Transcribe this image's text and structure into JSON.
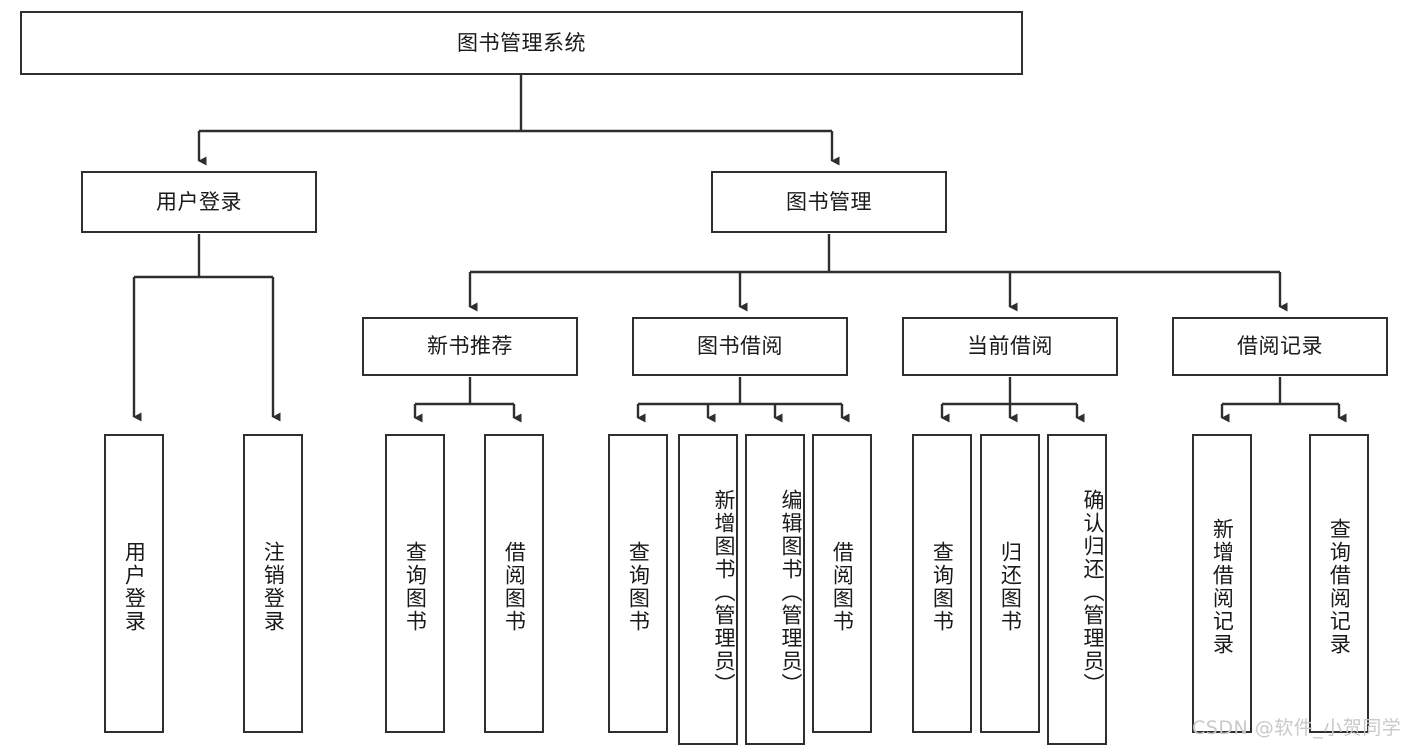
{
  "diagram": {
    "title": "图书管理系统",
    "type": "tree-hierarchy",
    "watermark": "CSDN @软件_小贺同学",
    "colors": {
      "node_border": "#2f2f2f",
      "node_fill": "#ffffff",
      "edge": "#2f2f2f",
      "text": "#1a1a1a",
      "watermark": "#c9c9c9",
      "background": "#ffffff"
    },
    "nodes": {
      "root": {
        "label": "图书管理系统"
      },
      "level2": [
        {
          "id": "user-login",
          "label": "用户登录"
        },
        {
          "id": "book-manage",
          "label": "图书管理"
        }
      ],
      "level3": [
        {
          "id": "new-book-rec",
          "label": "新书推荐"
        },
        {
          "id": "book-borrow",
          "label": "图书借阅"
        },
        {
          "id": "current-borrow",
          "label": "当前借阅"
        },
        {
          "id": "borrow-record",
          "label": "借阅记录"
        }
      ],
      "leaves": {
        "user_login": [
          {
            "id": "leaf-user-login",
            "label": "用户登录"
          },
          {
            "id": "leaf-logout",
            "label": "注销登录"
          }
        ],
        "new_book_rec": [
          {
            "id": "leaf-query-book-1",
            "label": "查询图书"
          },
          {
            "id": "leaf-borrow-book-1",
            "label": "借阅图书"
          }
        ],
        "book_borrow": [
          {
            "id": "leaf-query-book-2",
            "label": "查询图书"
          },
          {
            "id": "leaf-add-book",
            "label": "新增图书（管理员）"
          },
          {
            "id": "leaf-edit-book",
            "label": "编辑图书（管理员）"
          },
          {
            "id": "leaf-borrow-book-2",
            "label": "借阅图书"
          }
        ],
        "current_borrow": [
          {
            "id": "leaf-query-book-3",
            "label": "查询图书"
          },
          {
            "id": "leaf-return-book",
            "label": "归还图书"
          },
          {
            "id": "leaf-confirm-return",
            "label": "确认归还（管理员）"
          }
        ],
        "borrow_record": [
          {
            "id": "leaf-add-record",
            "label": "新增借阅记录"
          },
          {
            "id": "leaf-query-record",
            "label": "查询借阅记录"
          }
        ]
      }
    }
  }
}
